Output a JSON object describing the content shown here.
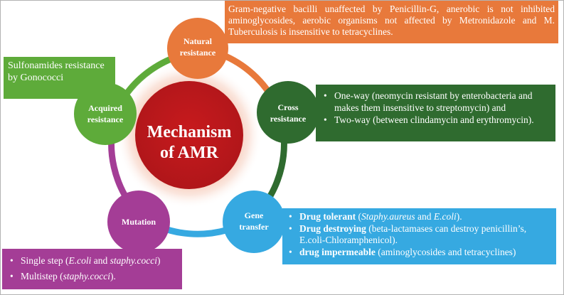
{
  "colors": {
    "natural": "#e8793b",
    "cross": "#2f6b2f",
    "gene": "#36a9e1",
    "mutation": "#a43d96",
    "acquired": "#5eab3a",
    "center": "#c0181b"
  },
  "center": {
    "line1": "Mechanism",
    "line2": "of AMR"
  },
  "nodes": {
    "natural": {
      "line1": "Natural",
      "line2": "resistance"
    },
    "cross": {
      "line1": "Cross",
      "line2": "resistance"
    },
    "gene": {
      "line1": "Gene",
      "line2": "transfer"
    },
    "mutation": {
      "line1": "Mutation"
    },
    "acquired": {
      "line1": "Acquired",
      "line2": "resistance"
    }
  },
  "boxes": {
    "natural": {
      "text": "Gram-negative bacilli unaffected by Penicillin-G, anerobic is not inhibited aminoglycosides, aerobic organisms not affected by Metronidazole and M. Tuberculosis is insensitive to tetracyclines."
    },
    "acquired": {
      "text": "Sulfonamides resistance by Gonococci"
    },
    "cross": {
      "items": [
        "One-way (neomycin resistant by enterobacteria and makes them insensitive to streptomycin) and",
        "Two-way (between clindamycin and erythromycin)."
      ]
    },
    "gene": {
      "items": [
        {
          "bold": "Drug tolerant",
          "pre": "  (",
          "ital1": "Staphy.aureus",
          "mid": " and ",
          "ital2": "E.coli",
          "post": ")."
        },
        {
          "bold": "Drug destroying",
          "rest": " (beta-lactamases can destroy penicillin’s, E.coli-Chloramphenicol)."
        },
        {
          "bold": "drug impermeable",
          "rest": "  (aminoglycosides and tetracyclines)"
        }
      ]
    },
    "mutation": {
      "items": [
        {
          "pre": "Single step (",
          "ital1": "E.coli",
          "mid": " and ",
          "ital2": "staphy.cocci",
          "post": ")"
        },
        {
          "pre": "Multistep (",
          "ital1": "staphy.cocci",
          "post": ")."
        }
      ]
    }
  }
}
